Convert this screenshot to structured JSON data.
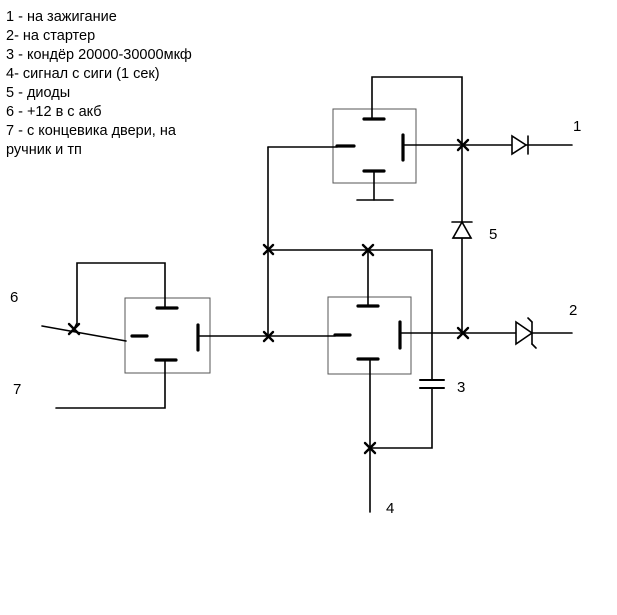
{
  "legend": [
    "1 - на зажигание",
    "2- на стартер",
    "3 - кондёр 20000-30000мкф",
    "4- сигнал с сиги (1 сек)",
    "5 - диоды",
    "6 - +12 в с акб",
    "7 - с концевика двери, на",
    "ручник и тп"
  ],
  "labels": {
    "l1": "1",
    "l2": "2",
    "l3": "3",
    "l4": "4",
    "l5": "5",
    "l6": "6",
    "l7": "7"
  },
  "colors": {
    "wire": "#000000",
    "relay_fill": "#ffffff",
    "relay_border": "#000000",
    "background": "#ffffff"
  }
}
